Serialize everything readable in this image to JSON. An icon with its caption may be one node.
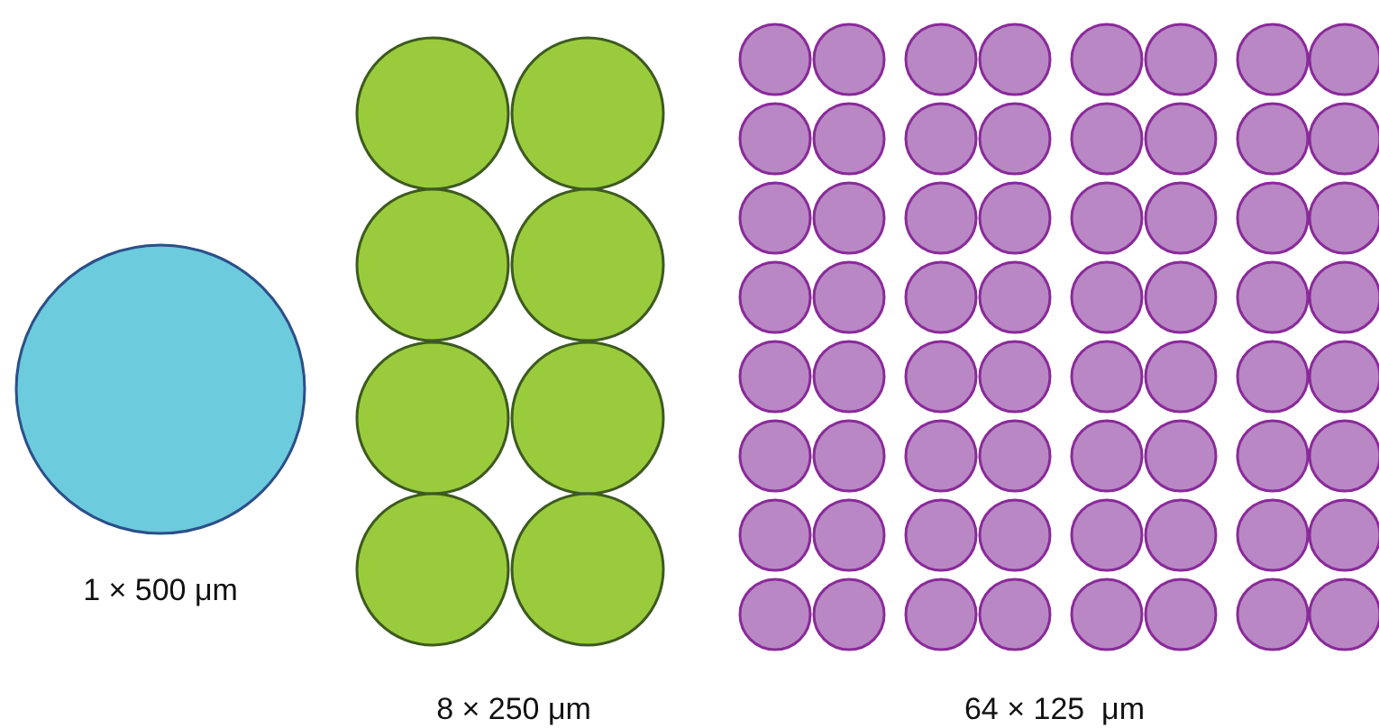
{
  "diagram": {
    "labels": [
      "1 × 500 μm",
      "8 × 250 μm",
      "64 × 125  μm"
    ]
  }
}
